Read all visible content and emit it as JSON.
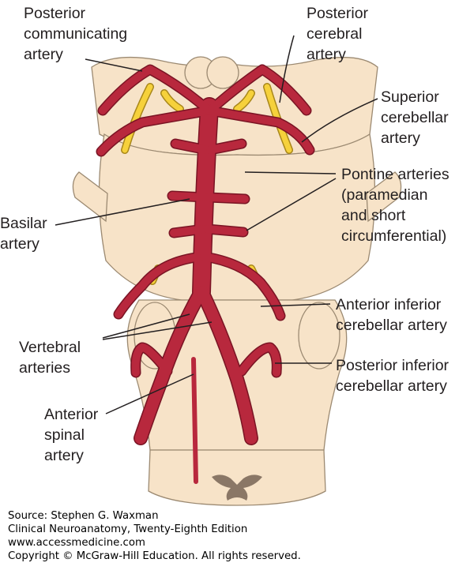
{
  "labels": {
    "posterior_communicating": [
      "Posterior",
      "communicating",
      "artery"
    ],
    "posterior_cerebral": [
      "Posterior",
      "cerebral",
      "artery"
    ],
    "superior_cerebellar": [
      "Superior",
      "cerebellar",
      "artery"
    ],
    "pontine": [
      "Pontine arteries",
      "(paramedian",
      "and short",
      "circumferential)"
    ],
    "basilar": [
      "Basilar",
      "artery"
    ],
    "anterior_inferior_cerebellar": [
      "Anterior inferior",
      "cerebellar artery"
    ],
    "vertebral": [
      "Vertebral",
      "arteries"
    ],
    "posterior_inferior_cerebellar": [
      "Posterior inferior",
      "cerebellar artery"
    ],
    "anterior_spinal": [
      "Anterior",
      "spinal",
      "artery"
    ]
  },
  "source": [
    "Source: Stephen G. Waxman",
    "Clinical Neuroanatomy, Twenty-Eighth Edition",
    "www.accessmedicine.com",
    "Copyright © McGraw-Hill Education. All rights reserved."
  ],
  "colors": {
    "artery": "#b8283d",
    "artery_outline": "#7a1424",
    "nerve": "#f6d13b",
    "brainstem_fill": "#f7e3c8",
    "brainstem_outline": "#9c8a72",
    "leader": "#231f20"
  }
}
